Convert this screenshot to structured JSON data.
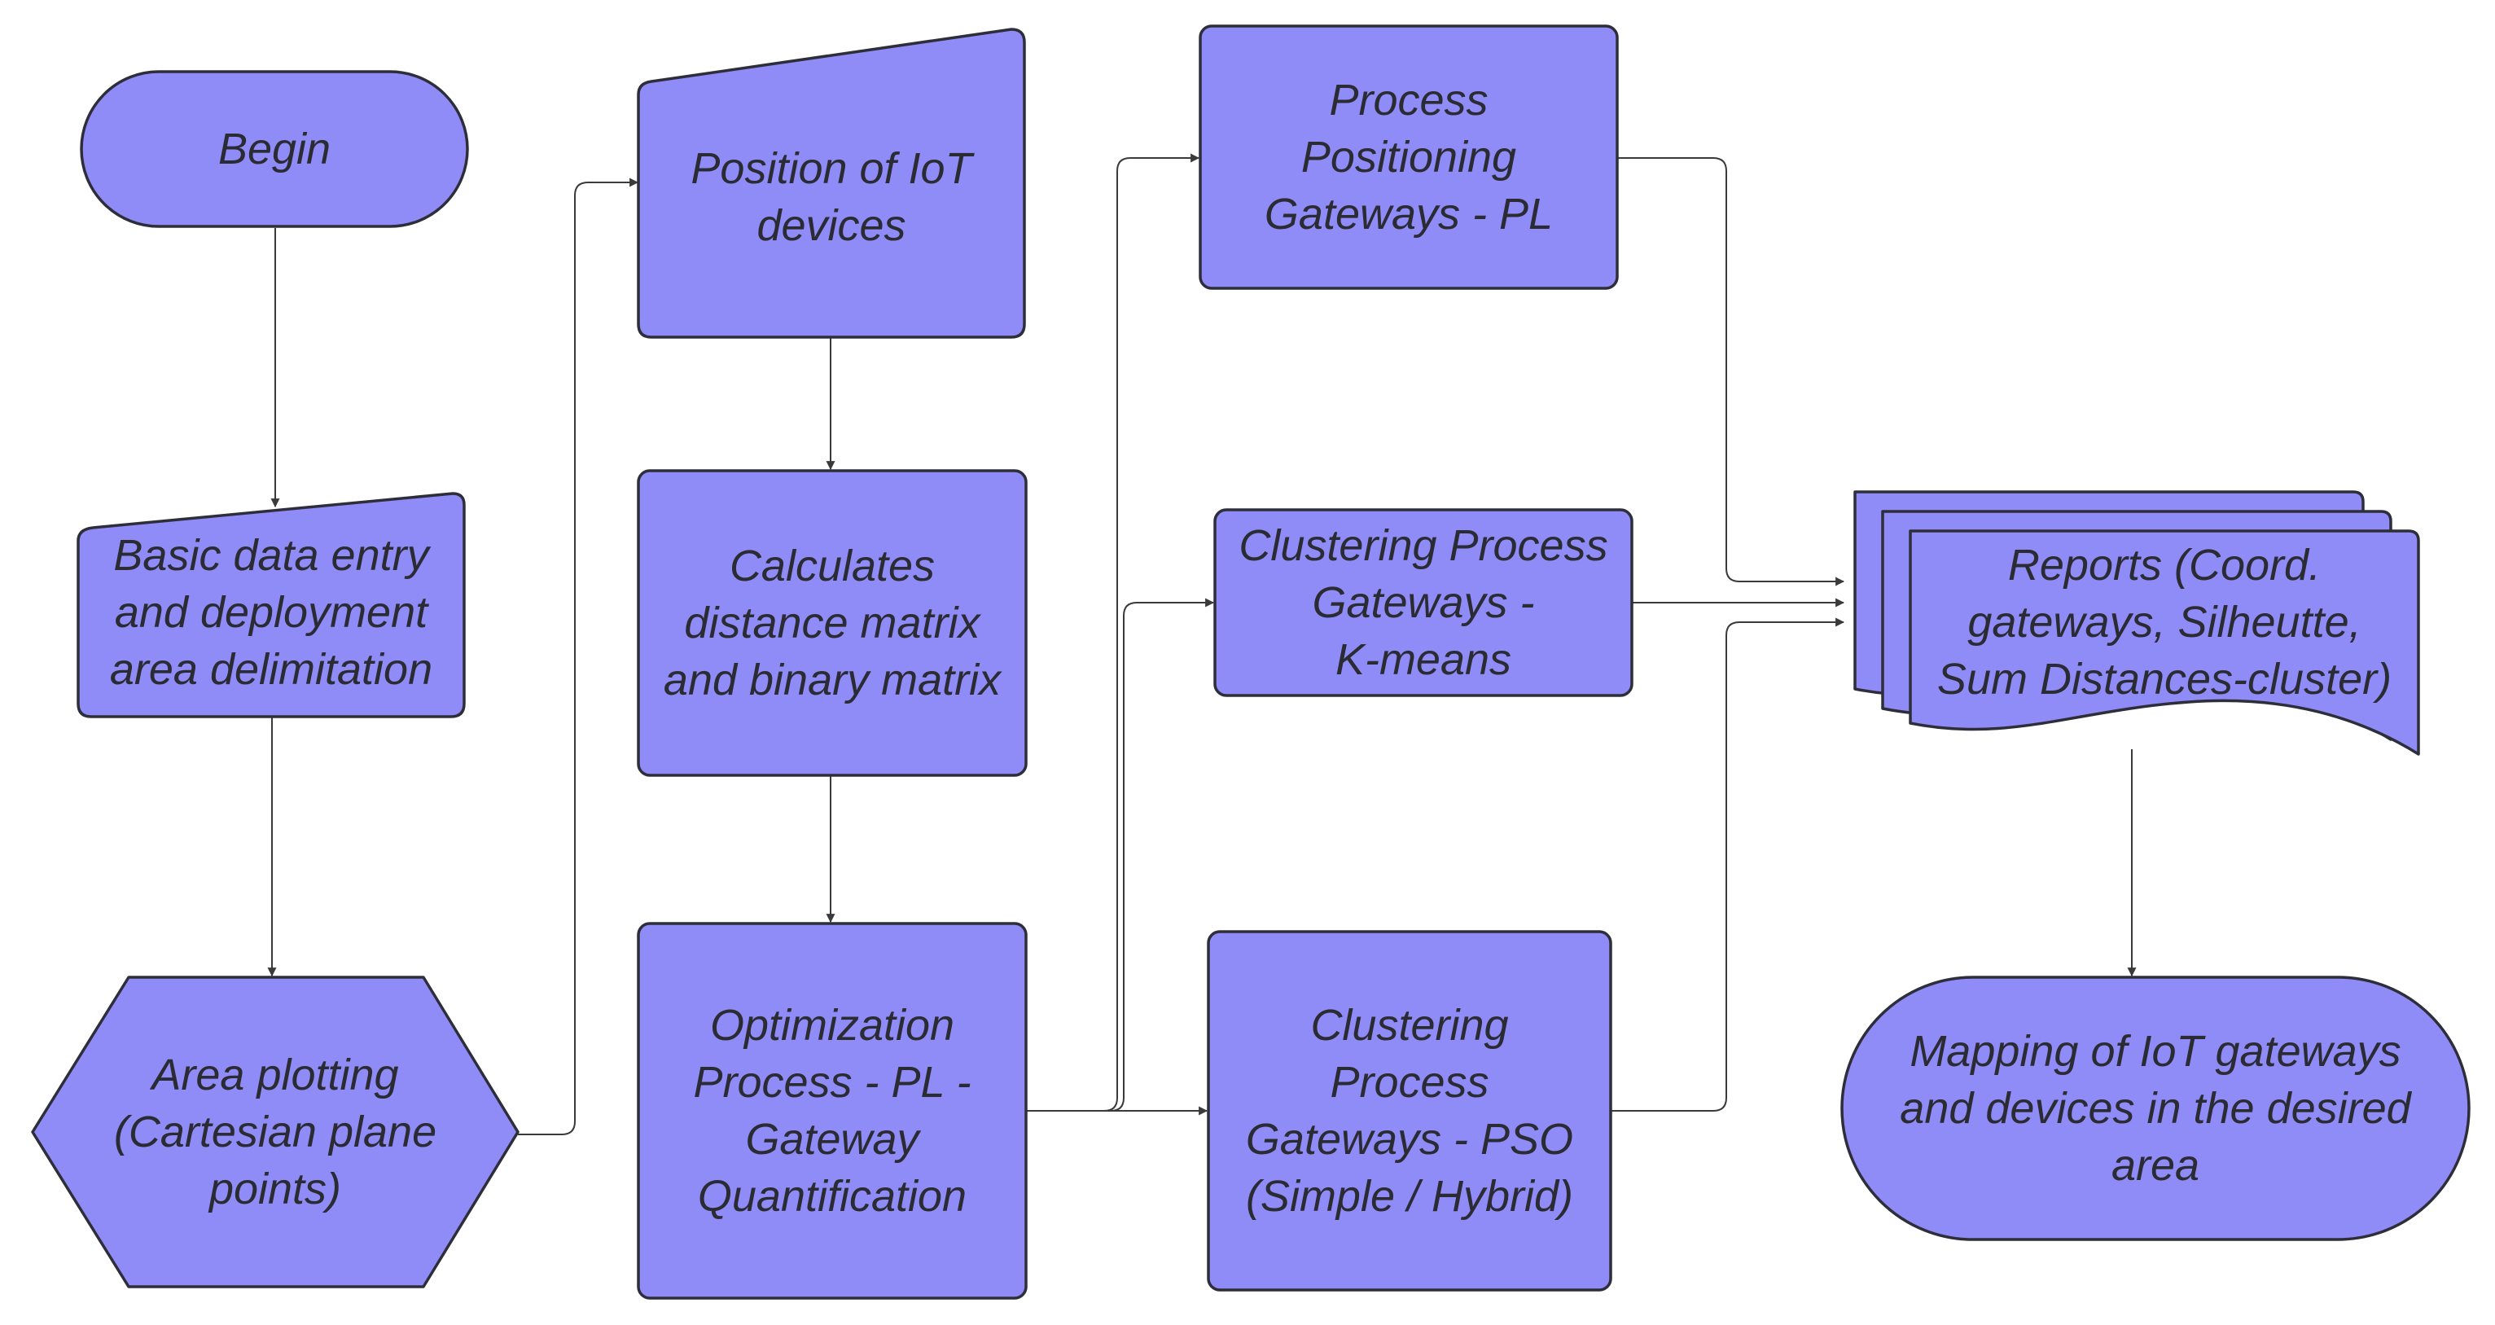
{
  "nodes": {
    "begin": "Begin",
    "basic_data": "Basic data entry\nand deployment\narea delimitation",
    "area_plotting": "Area plotting\n(Cartesian plane\npoints)",
    "position_iot": "Position of IoT\ndevices",
    "calc_matrix": "Calculates\ndistance matrix\nand binary matrix",
    "optimization": "Optimization\nProcess - PL -\nGateway\nQuantification",
    "process_pl": "Process\nPositioning\nGateways - PL",
    "cluster_kmeans": "Clustering Process\nGateways -\nK-means",
    "cluster_pso": "Clustering\nProcess\nGateways - PSO\n(Simple / Hybrid)",
    "reports": "Reports (Coord.\ngateways, Silheutte,\nSum Distances-cluster)",
    "mapping": "Mapping of IoT gateways\nand devices in the desired\narea"
  },
  "colors": {
    "shape_fill": "#8f8cf7",
    "shape_stroke": "#2e2e3a",
    "connector": "#3a3a3a",
    "text": "#2b2b33"
  }
}
